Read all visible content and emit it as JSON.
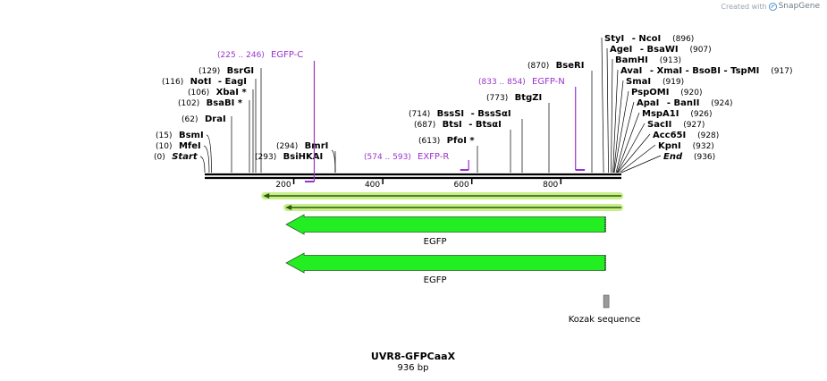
{
  "credit": {
    "prefix": "Created with",
    "brand": "SnapGene"
  },
  "map": {
    "title": "UVR8-GFPCaaX",
    "length_label": "936 bp",
    "length": 936,
    "ticks": [
      200,
      400,
      600,
      800
    ]
  },
  "left_sites": [
    {
      "pos": "(0)",
      "name": "Start",
      "bp": 0,
      "italic": true
    },
    {
      "pos": "(10)",
      "name": "MfeI",
      "bp": 10
    },
    {
      "pos": "(15)",
      "name": "BsmI",
      "bp": 15
    },
    {
      "pos": "(62)",
      "name": "DraI",
      "bp": 62
    },
    {
      "pos": "(102)",
      "name": "BsaBI *",
      "bp": 102
    },
    {
      "pos": "(106)",
      "name": "XbaI *",
      "bp": 106
    },
    {
      "pos": "(116)",
      "name": "NotI",
      "extra": "- EagI",
      "bp": 116
    },
    {
      "pos": "(129)",
      "name": "BsrGI",
      "bp": 129
    }
  ],
  "mid_sites": [
    {
      "pos": "(293)",
      "name": "BsiHKAI",
      "bp": 293,
      "side": "left"
    },
    {
      "pos": "(294)",
      "name": "BmrI",
      "bp": 294,
      "side": "left"
    },
    {
      "pos": "(613)",
      "name": "PfoI *",
      "bp": 613,
      "side": "left"
    },
    {
      "pos": "(687)",
      "name": "BtsI",
      "extra": "- BtsαI",
      "bp": 687,
      "side": "left"
    },
    {
      "pos": "(714)",
      "name": "BssSI",
      "extra": "- BssSαI",
      "bp": 714,
      "side": "left"
    },
    {
      "pos": "(773)",
      "name": "BtgZI",
      "bp": 773,
      "side": "left"
    },
    {
      "pos": "(870)",
      "name": "BseRI",
      "bp": 870,
      "side": "left"
    }
  ],
  "right_sites": [
    {
      "name": "StyI",
      "extra": "- NcoI",
      "pos": "(896)",
      "bp": 896
    },
    {
      "name": "AgeI",
      "extra": "- BsaWI",
      "pos": "(907)",
      "bp": 907
    },
    {
      "name": "BamHI",
      "pos": "(913)",
      "bp": 913
    },
    {
      "name": "AvaI",
      "extra": "- XmaI   - BsoBI   - TspMI",
      "pos": "(917)",
      "bp": 917
    },
    {
      "name": "SmaI",
      "pos": "(919)",
      "bp": 919
    },
    {
      "name": "PspOMI",
      "pos": "(920)",
      "bp": 920
    },
    {
      "name": "ApaI",
      "extra": "- BanII",
      "pos": "(924)",
      "bp": 924
    },
    {
      "name": "MspA1I",
      "pos": "(926)",
      "bp": 926
    },
    {
      "name": "SacII",
      "pos": "(927)",
      "bp": 927
    },
    {
      "name": "Acc65I",
      "pos": "(928)",
      "bp": 928
    },
    {
      "name": "KpnI",
      "pos": "(932)",
      "bp": 932
    },
    {
      "name": "End",
      "pos": "(936)",
      "bp": 936,
      "italic": true
    }
  ],
  "primers": [
    {
      "range": "(225 .. 246)",
      "name": "EGFP-C",
      "start": 225,
      "end": 246,
      "dir": "rev"
    },
    {
      "range": "(574 .. 593)",
      "name": "EXFP-R",
      "start": 574,
      "end": 593,
      "dir": "rev"
    },
    {
      "range": "(833 .. 854)",
      "name": "EGFP-N",
      "start": 833,
      "end": 854,
      "dir": "fwd"
    }
  ],
  "orf_bars": [
    {
      "start": 135,
      "end": 936
    },
    {
      "start": 185,
      "end": 936
    }
  ],
  "features": [
    {
      "name": "EGFP",
      "start": 183,
      "end": 900,
      "dir": "rev"
    },
    {
      "name": "EGFP",
      "start": 183,
      "end": 900,
      "dir": "rev"
    },
    {
      "name": "Kozak sequence",
      "start": 896,
      "end": 908,
      "dir": "none"
    }
  ],
  "colors": {
    "primer": "#9933cc",
    "feature_fill": "#22ee22",
    "feature_stroke": "#2a5a2a",
    "orf_fill": "#c8ee88",
    "orf_arrow": "#2b5a10",
    "kozak": "#999999",
    "text": "#000000",
    "credit": "#9aa4ad"
  }
}
